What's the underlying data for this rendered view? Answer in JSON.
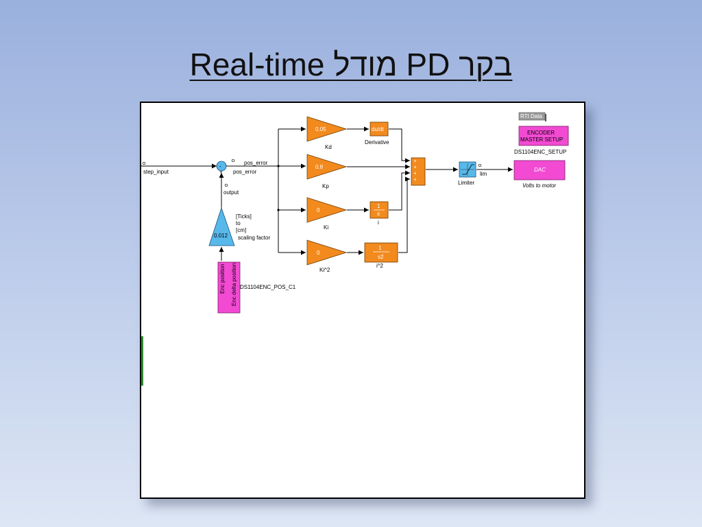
{
  "slide": {
    "title": "Real-time מודל PD בקר"
  },
  "diagram": {
    "blocks": {
      "step_input": "step_input",
      "sum_minus_sign": "-",
      "sum_plus_sign": "+",
      "pos_error_label": "pos_error",
      "pos_error_top": "pos_error",
      "output_label": "output",
      "scaling_gain": "0.012",
      "scaling_ticks": "[Ticks]",
      "scaling_to": "to",
      "scaling_cm": "[cm]",
      "scaling_factor": "scaling factor",
      "encoder_pos": "Enc position",
      "encoder_delta": "Enc delta position",
      "encoder_name": "DS1104ENC_POS_C1",
      "kd_value": "0.05",
      "kd_label": "Kd",
      "derivative_value": "du/dt",
      "derivative_label": "Derivative",
      "kp_value": "0.8",
      "kp_label": "Kp",
      "ki_value": "0",
      "ki_label": "Ki",
      "int_num": "1",
      "int_den": "s",
      "int_label": "i",
      "ki2_value": "0",
      "ki2_label": "Ki^2",
      "int2_num": "1",
      "int2_den": "s2",
      "int2_label": "i^2",
      "limiter_label": "Limiter",
      "lim_label": "lim",
      "dac_value": "DAC",
      "dac_label": "Volts to motor",
      "rti_data": "RTI Data",
      "enc_setup_line1": "ENCODER",
      "enc_setup_line2": "MASTER SETUP",
      "enc_setup_name": "DS1104ENC_SETUP",
      "port_plus": "+"
    }
  },
  "colors": {
    "gain_block": "#f28a1e",
    "limiter_block": "#58b8ea",
    "io_block": "#f24ad3"
  }
}
